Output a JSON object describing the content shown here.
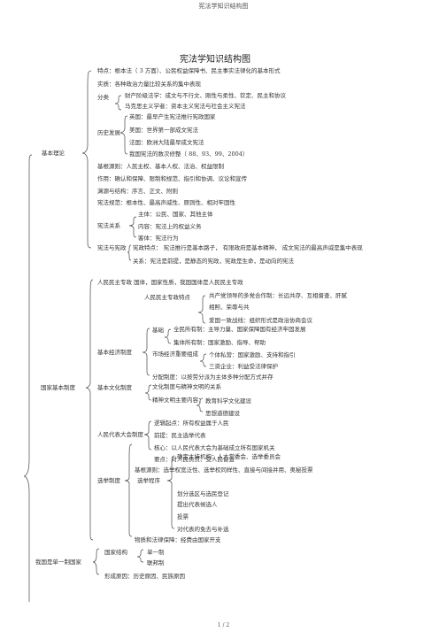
{
  "page": {
    "header": "宪法学知识结构图",
    "title": "宪法学知识结构图",
    "footer": "1 / 2"
  },
  "section1": {
    "label": "基本理论",
    "lines": [
      "特点：根本法（ 3 方面）、公民权益保障书、民主事实法律化的基本形式",
      "实质：各种政治力量比较关系的集中表现",
      "分类",
      "财产阶级法学：成文与不行文、刚性与柔性、钦定、民主和协议",
      "马克思主义学者：资本主义宪法与社会主义宪法",
      "历史发展",
      "英国：最早产生宪法推行宪政国家",
      "美国：世界第一部成文宪法",
      "法国：欧洲大陆最早成文宪法",
      "我国宪法的数次修整（ 88、93、99、2004）",
      "基根源则：人民主权、基本人权、法治、权益限制",
      "作用：确认和保障、限制和规范、指引和协调、议论和宣传",
      "渊源与结构：序言、正文、附则",
      "宪法规范：根本性、最高声威性、原则性、相对牢固性",
      "宪法关系",
      "主体：公民、国家、其他主体",
      "内容：宪法上的权益义务",
      "客体：宪法行为",
      "宪法与宪政",
      "宪政特点： 宪法推行是基本路子，  有限政府是基本精神，  成文宪法的最高声威是集中表现",
      "关系：宪法是前提，是静态的宪政，宪政是生命，是动向的宪法"
    ]
  },
  "section2": {
    "label": "国家基本制度",
    "lines": [
      "人民民主专政     国体，国家性质，我国国体是人民民主专政",
      "人民民主专政特点",
      "共产党领导的多党合作制：长远共存、互相督查、肝腻",
      "相照、荣辱与共",
      "爱国一致战线：组织形式是政治协商会议",
      "基本经济制度",
      "基础",
      "全民所有制：主导力量、国家保障国有经济牢固发展",
      "集体所有制：国家激励、指导、帮助",
      "市场经济重要组成",
      "个体私营：国家激励、支持和指引",
      "三资企业：利益受法律保护",
      "分配制度：以按劳分派为主体多种分配方式并存",
      "基本文化制度",
      "文化制度与精神文明的关系",
      "精神文明主要内容：",
      "教育科学文化建设",
      "思想道德建设",
      "人民代表大会制度",
      "逻辑起点：所有权益属于人民",
      "前提：民主选举代表",
      "核心：以人民代表大会为基础成立所有国家机关",
      "要点：对人民负责、受人民督查",
      "选举制度",
      "基根源则：选举权宽泛性、选举权同样性、直接与间接并用、奥秘投票",
      "选举程序",
      "确定主持机构：人大常委会、选举委员会",
      "划分选区与选民登记",
      "提出代表候选人",
      "投票",
      "对代表的免去与补选",
      "物质和法律保障：经费由国家开支"
    ]
  },
  "section3": {
    "label": "我国是单一制国家",
    "lines": [
      "国家结构",
      "单一制",
      "联邦制",
      "形成原因：历史原因、民族原因"
    ]
  }
}
